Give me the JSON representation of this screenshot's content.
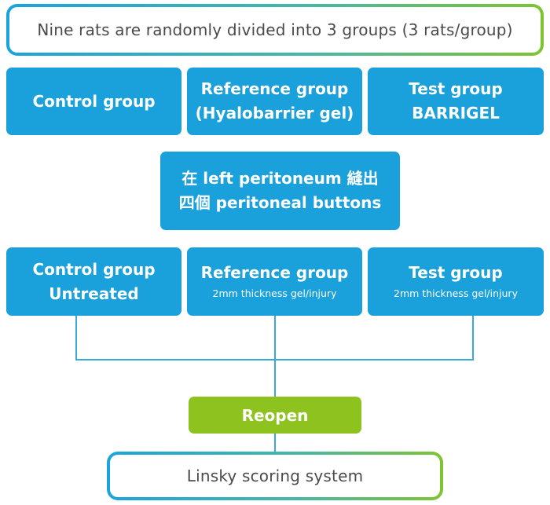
{
  "top_box": {
    "text": "Nine rats are randomly divided into 3 groups (3 rats/group)"
  },
  "groups_row": [
    {
      "line1": "Control group",
      "line2": ""
    },
    {
      "line1": "Reference group",
      "line2": "(Hyalobarrier gel)"
    },
    {
      "line1": "Test group",
      "line2": "BARRIGEL"
    }
  ],
  "procedure_box": {
    "line1": "在 left peritoneum 縫出",
    "line2": "四個 peritoneal buttons"
  },
  "treatment_row": [
    {
      "line1": "Control group",
      "line2": "Untreated"
    },
    {
      "line1": "Reference group",
      "line2": "2mm thickness gel/injury"
    },
    {
      "line1": "Test group",
      "line2": "2mm thickness gel/injury"
    }
  ],
  "reopen_box": {
    "text": "Reopen"
  },
  "scoring_box": {
    "text": "Linsky scoring system"
  },
  "colors": {
    "blue": "#1aa0db",
    "green": "#8dc21f",
    "gradient_start": "#1aa3de",
    "gradient_end": "#7fc431",
    "line": "#38a9d8"
  }
}
